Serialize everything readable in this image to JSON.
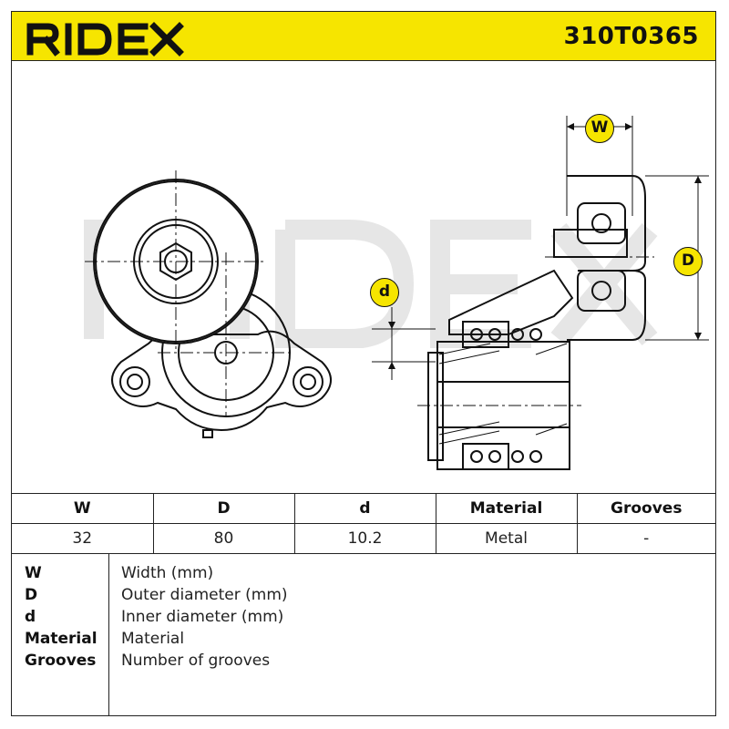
{
  "brand": {
    "name": "RIDEX"
  },
  "header": {
    "part_number": "310T0365"
  },
  "drawing": {
    "badges": {
      "w": "W",
      "d_outer": "D",
      "d_inner": "d"
    },
    "watermark": "RIDEX"
  },
  "table": {
    "headers": [
      "W",
      "D",
      "d",
      "Material",
      "Grooves"
    ],
    "values": [
      "32",
      "80",
      "10.2",
      "Metal",
      "-"
    ]
  },
  "legend": [
    {
      "key": "W",
      "desc": "Width (mm)"
    },
    {
      "key": "D",
      "desc": "Outer diameter (mm)"
    },
    {
      "key": "d",
      "desc": "Inner diameter (mm)"
    },
    {
      "key": "Material",
      "desc": "Material"
    },
    {
      "key": "Grooves",
      "desc": "Number of grooves"
    }
  ],
  "colors": {
    "brand_yellow": "#f6e500",
    "line": "#222222"
  }
}
